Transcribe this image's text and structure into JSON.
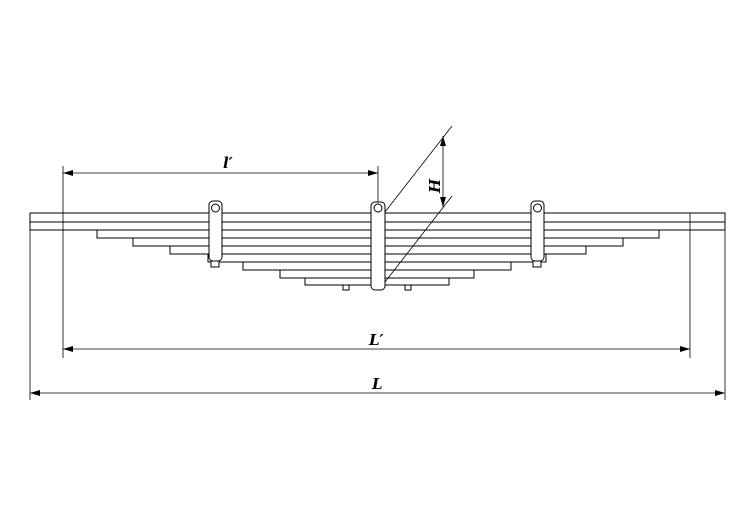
{
  "labels": {
    "l_prime": "l′",
    "H": "H",
    "L_prime": "L′",
    "L": "L"
  },
  "colors": {
    "line": "#000000",
    "background": "#ffffff"
  }
}
